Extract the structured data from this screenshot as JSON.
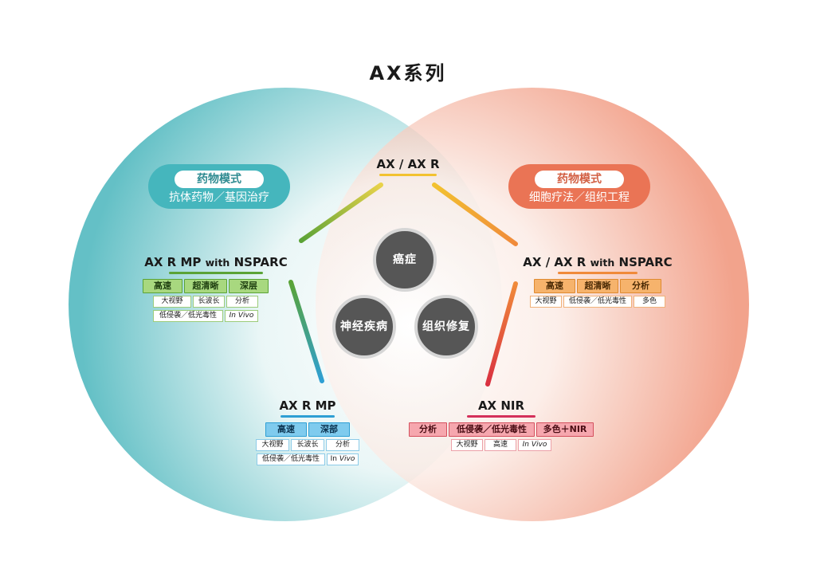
{
  "title": "AX系列",
  "colors": {
    "teal": "#45b6bd",
    "orange": "#ea7455",
    "green": "#5aa336",
    "blue": "#2e9fd4",
    "pink": "#d4505e",
    "yellow": "#f2c230",
    "node": "#565656"
  },
  "left_pill": {
    "title": "药物模式",
    "subtitle": "抗体药物／基因治疗"
  },
  "right_pill": {
    "title": "药物模式",
    "subtitle": "细胞疗法／组织工程"
  },
  "top_node": {
    "label": "AX / AX R"
  },
  "left_node": {
    "label_main": "AX R MP",
    "label_with": "with",
    "label_tail": "NSPARC",
    "tags": [
      "高速",
      "超清晰",
      "深层"
    ],
    "subs_row1": [
      "大视野",
      "长波长",
      "分析"
    ],
    "subs_row2": [
      "低侵袭／低光毒性",
      "In Vivo"
    ]
  },
  "right_node": {
    "label_main": "AX / AX R",
    "label_with": "with",
    "label_tail": "NSPARC",
    "tags": [
      "高速",
      "超清晰",
      "分析"
    ],
    "subs_row1": [
      "大视野",
      "低侵袭／低光毒性",
      "多色"
    ]
  },
  "bottom_left_node": {
    "label": "AX R MP",
    "tags": [
      "高速",
      "深部"
    ],
    "subs_row1": [
      "大视野",
      "长波长",
      "分析"
    ],
    "subs_row2_text": "低侵袭／低光毒性",
    "subs_row2_in": "In",
    "subs_row2_vivo": "Vivo"
  },
  "bottom_right_node": {
    "label": "AX NIR",
    "tags": [
      "分析",
      "低侵袭／低光毒性",
      "多色＋NIR"
    ],
    "subs_row1": [
      "大视野",
      "高速",
      "In Vivo"
    ]
  },
  "center": [
    "癌症",
    "神经疾病",
    "组织修复"
  ]
}
